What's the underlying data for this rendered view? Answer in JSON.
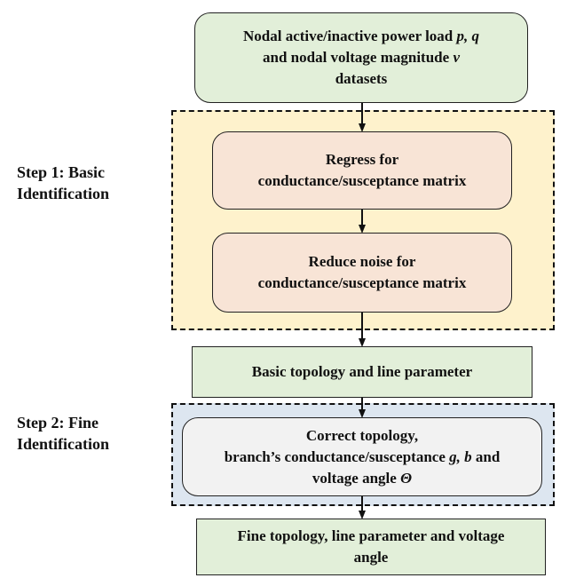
{
  "boxes": {
    "datasets": {
      "line1_pre": "Nodal active/inactive power load ",
      "line1_var": "p, q",
      "line2_pre": "and nodal voltage magnitude ",
      "line2_var": "v",
      "line3": "datasets"
    },
    "regress": {
      "line1": "Regress for",
      "line2": "conductance/susceptance matrix"
    },
    "reduce": {
      "line1": "Reduce noise for",
      "line2": "conductance/susceptance matrix"
    },
    "basic": {
      "line1": "Basic topology and line parameter"
    },
    "correct": {
      "line1": "Correct topology,",
      "line2_pre": "branch’s conductance/susceptance ",
      "line2_var": "g, b",
      "line2_post": " and",
      "line3_pre": "voltage angle ",
      "line3_var": "Θ"
    },
    "fine": {
      "line1": "Fine topology, line parameter and  voltage",
      "line2": "angle"
    }
  },
  "steps": {
    "step1": {
      "line1": "Step 1: Basic",
      "line2": "Identification"
    },
    "step2": {
      "line1": "Step 2: Fine",
      "line2": "Identification"
    }
  },
  "colors": {
    "green_fill": "#e2efd9",
    "step1_bg": "#fef2cc",
    "peach_fill": "#f8e4d6",
    "step2_bg": "#dde6f0",
    "gray_fill": "#f2f2f2"
  }
}
